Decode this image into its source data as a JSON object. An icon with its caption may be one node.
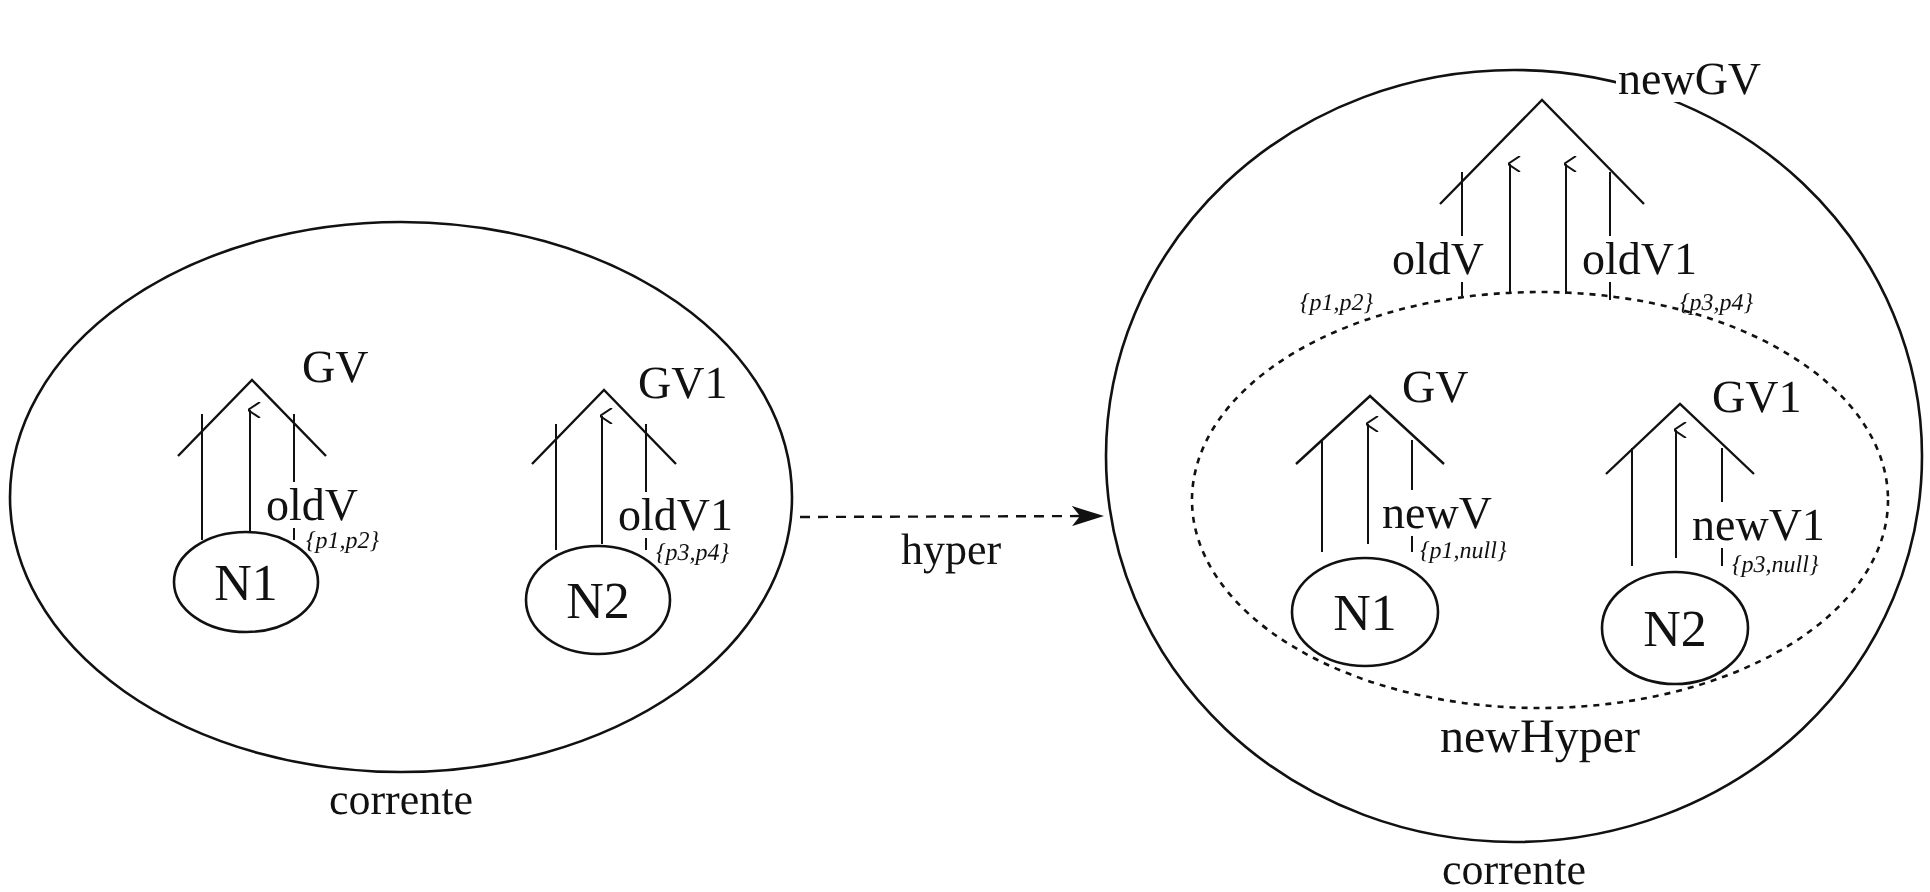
{
  "diagram": {
    "nodes": [
      {
        "text": [
          "corrente"
        ]
      },
      {
        "text": [
          "N1"
        ],
        "in": 0,
        "beside": [
          "GV",
          "oldV",
          "{p1,p2}"
        ]
      },
      {
        "text": [
          "N2"
        ],
        "in": 0,
        "beside": [
          "GV1",
          "oldV1",
          "{p3,p4}"
        ]
      },
      {
        "text": [
          "corrente"
        ]
      },
      {
        "text": [
          "newHyper"
        ],
        "in": 3
      },
      {
        "text": [
          "N1"
        ],
        "in": 4,
        "beside": [
          "GV",
          "newV",
          "{p1,null}"
        ]
      },
      {
        "text": [
          "N2"
        ],
        "in": 4,
        "beside": [
          "GV1",
          "newV1",
          "{p3,null}"
        ]
      }
    ],
    "edges": [
      {
        "from": 0,
        "to": 3,
        "arrow": "to",
        "label": "hyper",
        "style": "dashed"
      }
    ],
    "labels": [
      "newGV",
      "oldV",
      "{p1,p2}",
      "oldV1",
      "{p3,p4}"
    ]
  }
}
